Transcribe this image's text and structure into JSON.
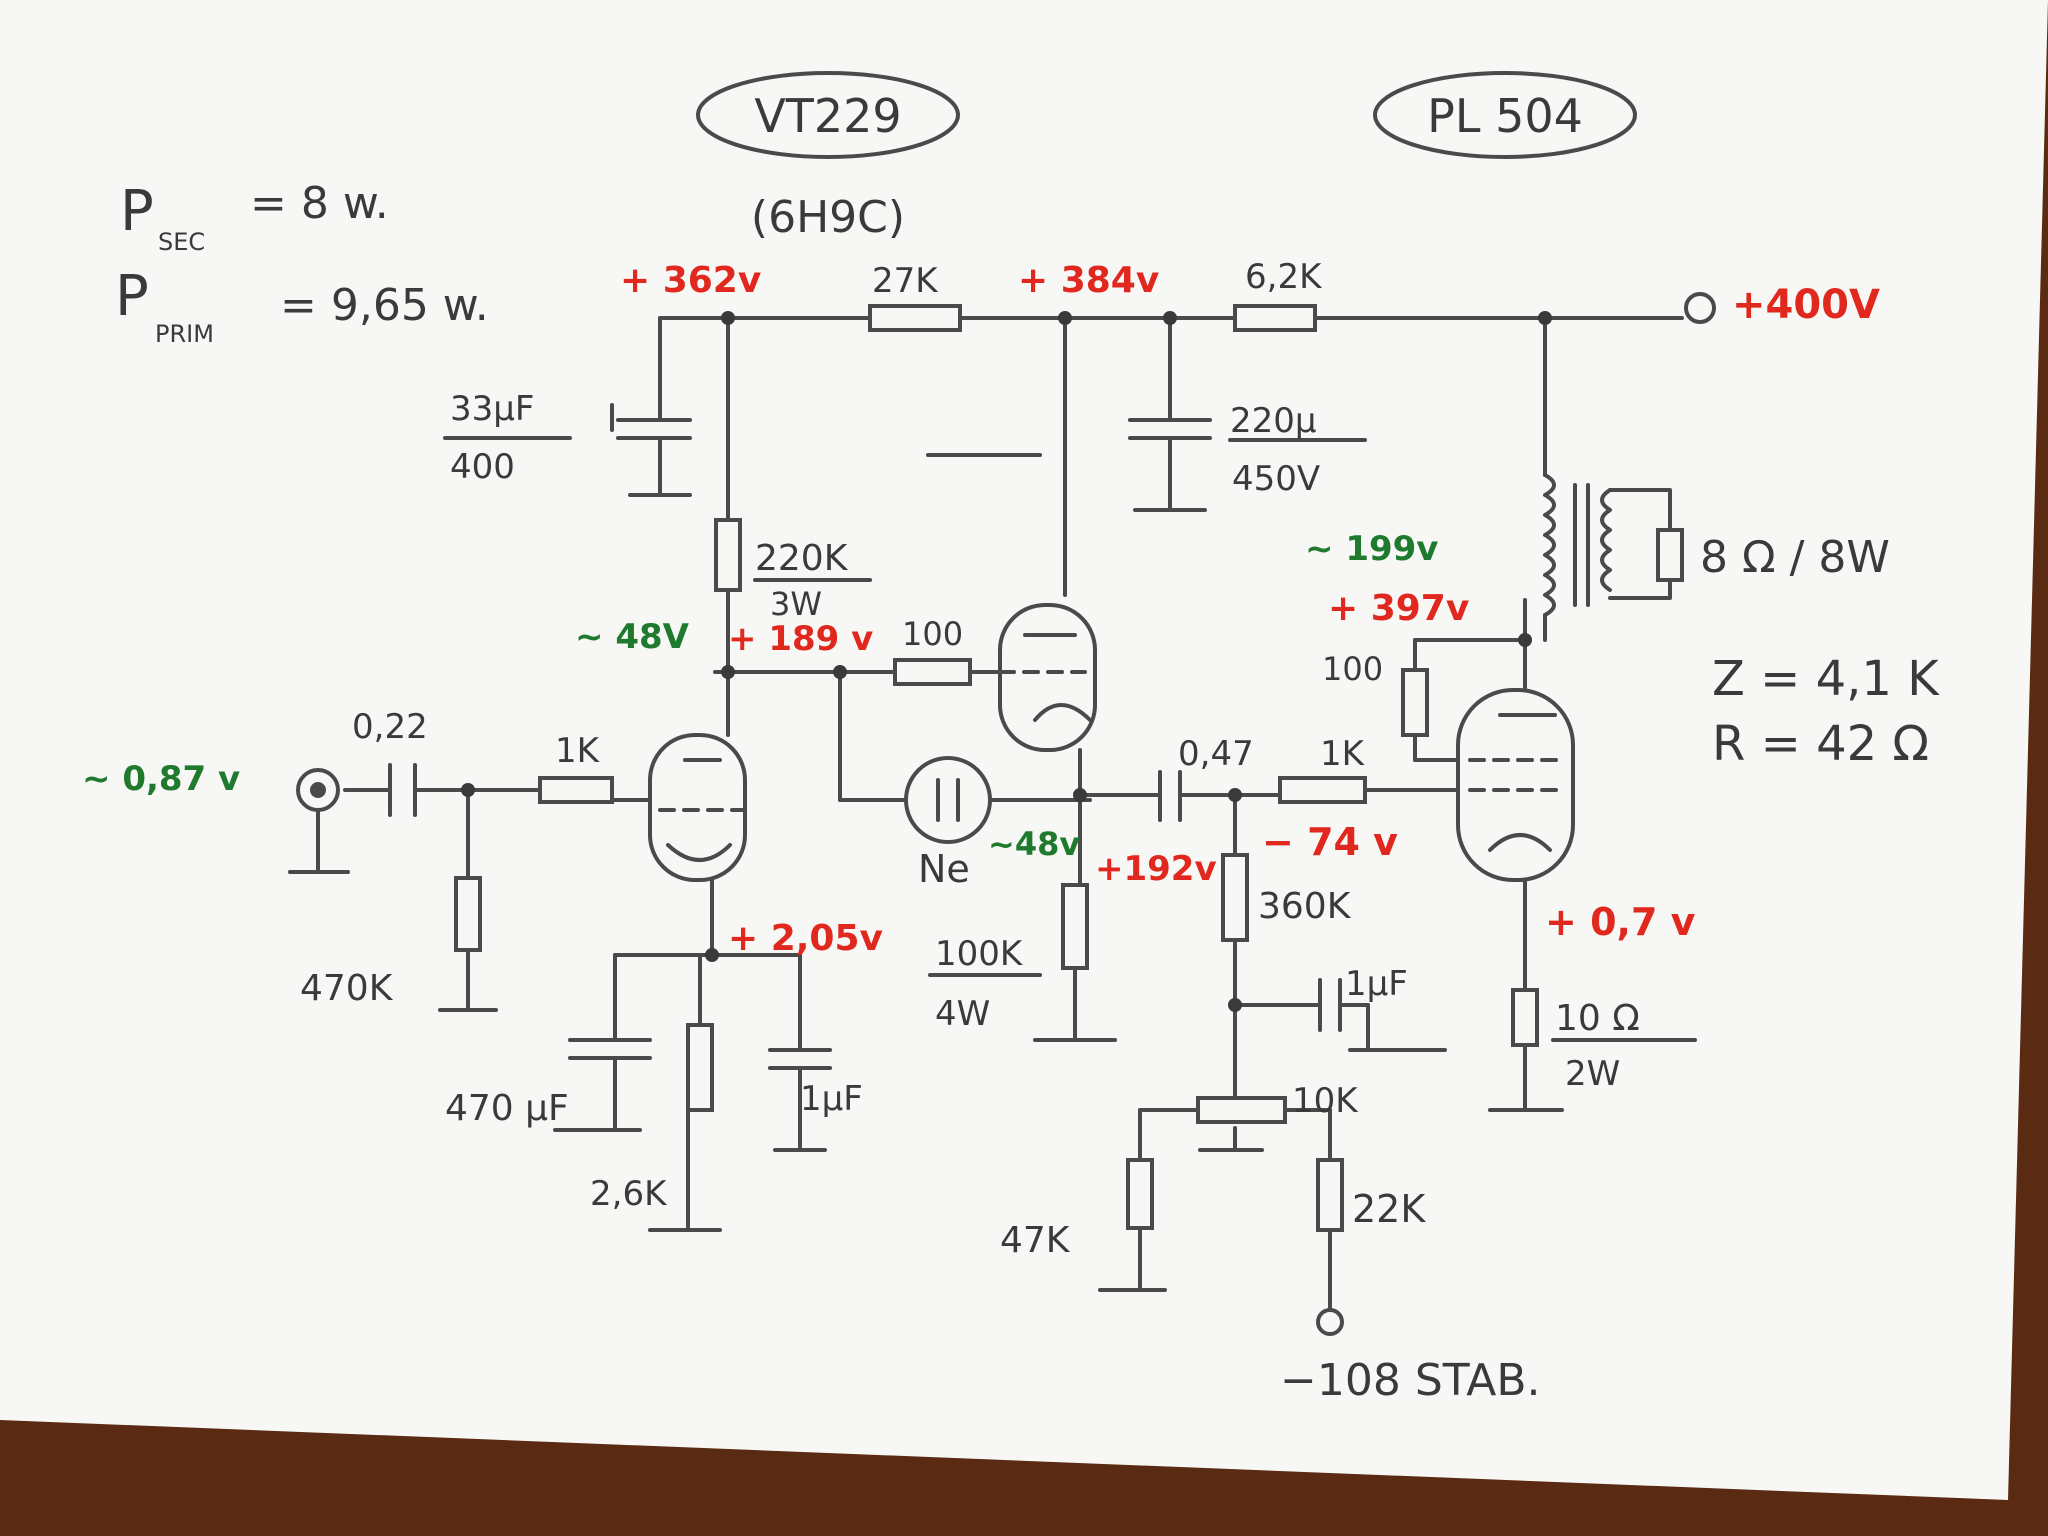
{
  "colors": {
    "paper": "#f7f7f5",
    "pencil": "#3a3a3a",
    "voltage_dc": "#e0281e",
    "voltage_ac": "#1f7a2e",
    "table": "#5a2a12"
  },
  "title": {
    "tube1": "VT229",
    "tube1_alt": "(6H9C)",
    "tube2": "PL 504"
  },
  "power": {
    "p_sec_sym": "P",
    "p_sec_sub": "SEC",
    "p_sec_val": "= 8 w.",
    "p_prim_sym": "P",
    "p_prim_sub": "PRIM",
    "p_prim_val": "= 9,65 w."
  },
  "output": {
    "z": "Z = 4,1 K",
    "r": "R = 42 Ω",
    "load": "8 Ω / 8W"
  },
  "components": {
    "c_33_value": "33μF",
    "c_33_volt": "400",
    "r_220k_value": "220K",
    "r_220k_watt": "3W",
    "r_27k": "27K",
    "r_6k2": "6,2K",
    "c_220_value": "220μ",
    "c_220_volt": "450V",
    "c_022": "0,22",
    "r_1k_in": "1K",
    "r_470k": "470K",
    "c_470": "470 μF",
    "r_2k6": "2,6K",
    "c_1uf_cath": "1μF",
    "r_100_grid": "100",
    "neon": "Ne",
    "r_100k_value": "100K",
    "r_100k_watt": "4W",
    "c_047": "0,47",
    "r_1k_g2": "1K",
    "r_360k": "360K",
    "c_1uf_bias": "1μF",
    "pot_10k": "10K",
    "r_47k": "47K",
    "r_22k": "22K",
    "r_100_screen": "100",
    "r_10_value": "10 Ω",
    "r_10_watt": "2W",
    "bias_supply": "−108  STAB."
  },
  "voltages": {
    "v362": "+ 362v",
    "v384": "+ 384v",
    "v400": "+400V",
    "v189": "+ 189 v",
    "v48_ac": "~ 48V",
    "v087": "~ 0,87 v",
    "v2_05": "+ 2,05v",
    "v48_ac2": "~48v",
    "v192": "+192v",
    "vneg74": "− 74 v",
    "v199_ac": "~ 199v",
    "v397": "+ 397v",
    "v07": "+ 0,7 v"
  }
}
